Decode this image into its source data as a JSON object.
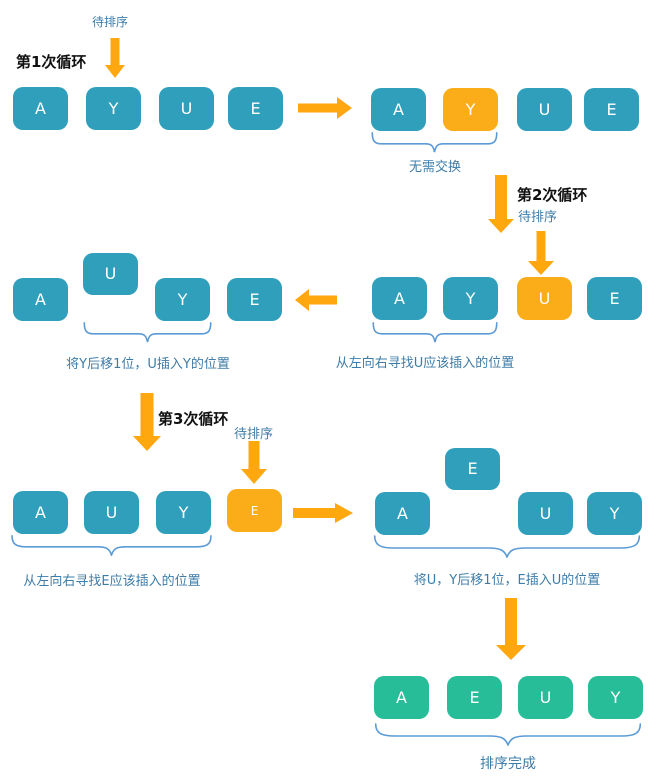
{
  "colors": {
    "box_teal": "#2F9FBC",
    "box_orange": "#FBAC19",
    "box_green": "#27BD98",
    "arrow_orange": "#FFA70E",
    "caption_blue": "#3E7CA8",
    "brace_blue": "#5B9BD5",
    "loop_label_black": "#111111",
    "letter_white": "#FFFFFF"
  },
  "step1": {
    "pending_label": "待排序",
    "loop_label": "第1次循环",
    "initial": [
      "A",
      "Y",
      "U",
      "E"
    ],
    "compared": [
      "A",
      "Y",
      "U",
      "E"
    ],
    "caption": "无需交换"
  },
  "step2": {
    "loop_label": "第2次循环",
    "pending_label": "待排序",
    "source": [
      "A",
      "Y",
      "U",
      "E"
    ],
    "source_caption": "从左向右寻找U应该插入的位置",
    "result": [
      "A",
      "U",
      "Y",
      "E"
    ],
    "result_caption": "将Y后移1位，U插入Y的位置"
  },
  "step3": {
    "loop_label": "第3次循环",
    "pending_label": "待排序",
    "source": [
      "A",
      "U",
      "Y",
      "E"
    ],
    "source_caption": "从左向右寻找E应该插入的位置",
    "result": [
      "A",
      "E",
      "U",
      "Y"
    ],
    "result_caption": "将U，Y后移1位，E插入U的位置"
  },
  "final": {
    "sorted": [
      "A",
      "E",
      "U",
      "Y"
    ],
    "caption": "排序完成"
  }
}
